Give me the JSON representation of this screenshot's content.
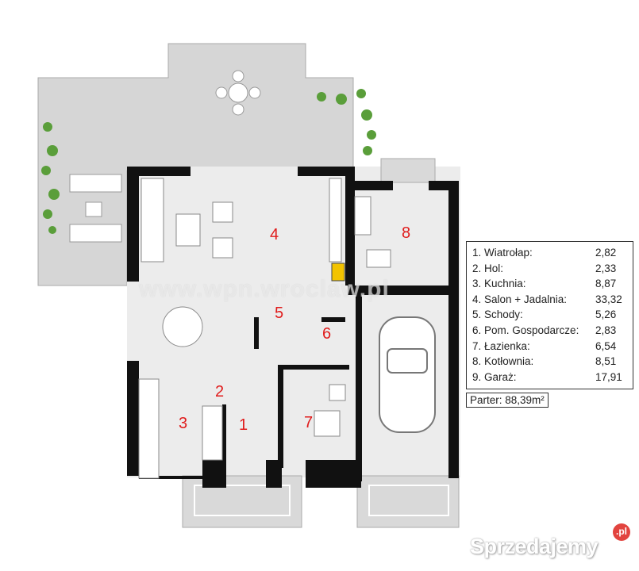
{
  "plan": {
    "room_numbers": [
      "1",
      "2",
      "3",
      "4",
      "5",
      "6",
      "7",
      "8"
    ],
    "watermark": "www.wpn.wroclaw.pl"
  },
  "legend": {
    "rooms": [
      {
        "label": "1. Wiatrołap:",
        "area": "2,82"
      },
      {
        "label": "2. Hol:",
        "area": "2,33"
      },
      {
        "label": "3. Kuchnia:",
        "area": "8,87"
      },
      {
        "label": "4. Salon + Jadalnia:",
        "area": "33,32"
      },
      {
        "label": "5. Schody:",
        "area": "5,26"
      },
      {
        "label": "6. Pom. Gospodarcze:",
        "area": "2,83"
      },
      {
        "label": "7. Łazienka:",
        "area": "6,54"
      },
      {
        "label": "8. Kotłownia:",
        "area": "8,51"
      },
      {
        "label": "9. Garaż:",
        "area": "17,91"
      }
    ],
    "total": "Parter: 88,39m²"
  },
  "logo": {
    "text": "Sprzedajemy",
    "badge": ".pl"
  },
  "colors": {
    "room_number": "#e01b1b",
    "wall": "#111111",
    "terrace": "#d6d6d6",
    "floor": "#ebebeb",
    "plants": "#5a9e3a"
  }
}
